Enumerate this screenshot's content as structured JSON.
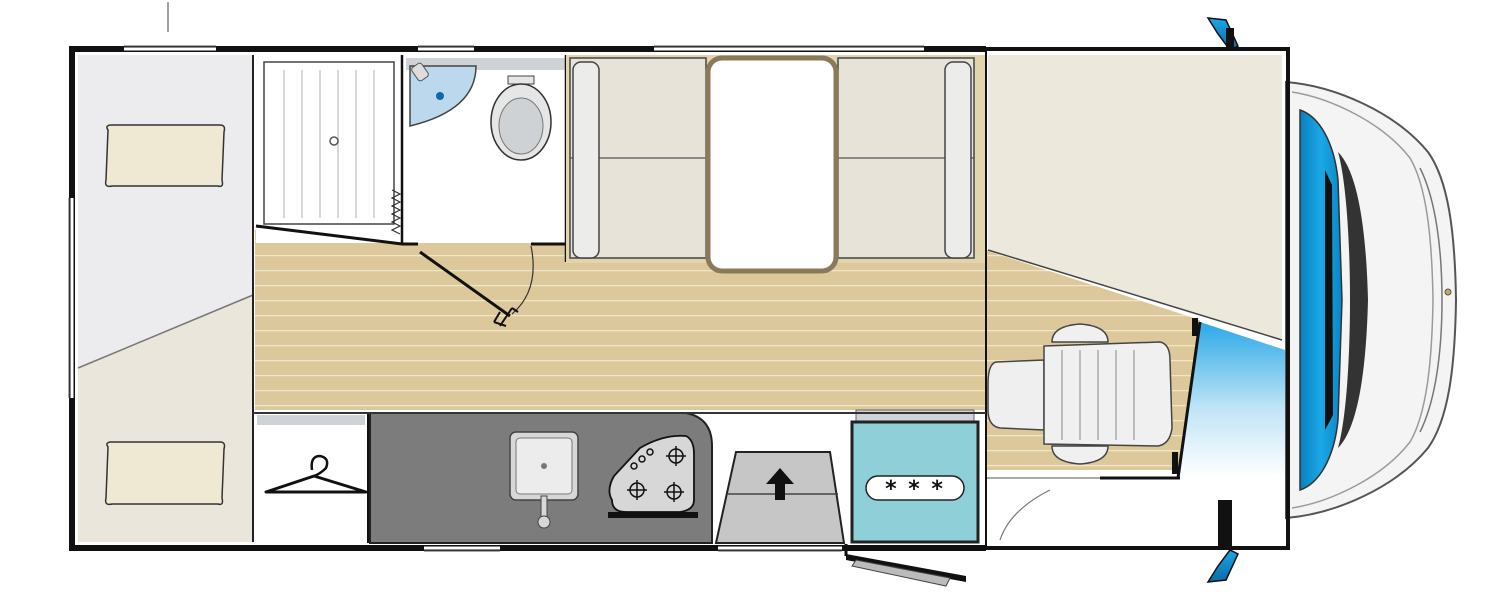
{
  "diagram": {
    "type": "motorhome-floor-plan",
    "fridge_label": "* * *",
    "areas": [
      "rear-double-bed",
      "shower",
      "washroom",
      "dinette",
      "cab",
      "wardrobe",
      "kitchen",
      "entrance-step",
      "fridge",
      "driver-seat"
    ],
    "colors": {
      "wall": "#111111",
      "floor": "#dcc89a",
      "floor_line": "#efe3c3",
      "cushion": "#e8e3d8",
      "bed": "#eae6dc",
      "kitchen_top": "#7c7c7c",
      "fridge": "#8ecfd8",
      "windscreen": "#1aa3e0",
      "cab_panel": "#ece8dc"
    }
  }
}
